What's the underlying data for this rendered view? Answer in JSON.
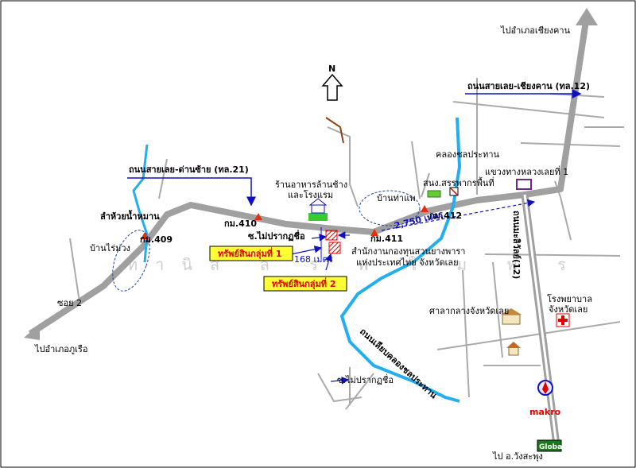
{
  "labels": {
    "to_chiang_khan": "ไปอำเภอเชียงคาน",
    "road_loei_chiangkhan": "ถนนสายเลย-เชียงคาน (ทล.12)",
    "canal_main": "คลองชลประทาน",
    "road_loei_danzai": "ถนนสายเลย-ด่านซ้าย (ทล.21)",
    "restaurant": "ร้านอาหารล้านช้าง",
    "restaurant_2": "และโรงแรม",
    "office_agri": "สนง.สรรพากรพื้นที่",
    "junction": "แขวงทางหลวงเลยที่ 1",
    "ban_tha_phae": "บ้านท่าแพ",
    "distance_2750": "2,750 เมตร",
    "km412": "กม.412",
    "creek": "ลำห้วยน้ำหมาน",
    "ban_rai_muang": "บ้านไร่ม่วง",
    "km409": "กม.409",
    "km410": "กม.410",
    "soi_mai_prakot": "ซ.ไม่ปรากฏชื่อ",
    "km411": "กม.411",
    "road_mali_wan": "ถนนมะลิวัลย์(12)",
    "distance_168": "168 เมตร",
    "rubber_office_1": "สำนักงานกองทุนสวนยางพารา",
    "rubber_office_2": "แห่งประเทศไทย จังหวัดเลย",
    "hospital_1": "โรงพยาบาล",
    "hospital_2": "จังหวัดเลย",
    "court": "ศาลากลางจังหวัดเลย",
    "soi_2": "ซอย 2",
    "to_phu_ruea": "ไปอำเภอภูเรือ",
    "canal_road": "ถนนเลียบคลองชลประทาน",
    "soi_mai_prakot_2": "ซ.ไม่ปรากฏชื่อ",
    "makro": "makro",
    "global": "Global",
    "to_wang_saphung": "ไป อ.วังสะพุง",
    "north": "N",
    "watermark": "ทานิส ล ร พ ใ ม พ ร"
  },
  "property_groups": [
    {
      "label": "ทรัพย์สินกลุ่มที่ 1"
    },
    {
      "label": "ทรัพย์สินกลุ่มที่ 2"
    }
  ],
  "colors": {
    "road": "#a0a0a0",
    "minor_road": "#aaaaaa",
    "canal": "#22aef0",
    "annotation": "#1010c0",
    "km_marker": "#e03010",
    "property_fill": "#ffff33"
  }
}
